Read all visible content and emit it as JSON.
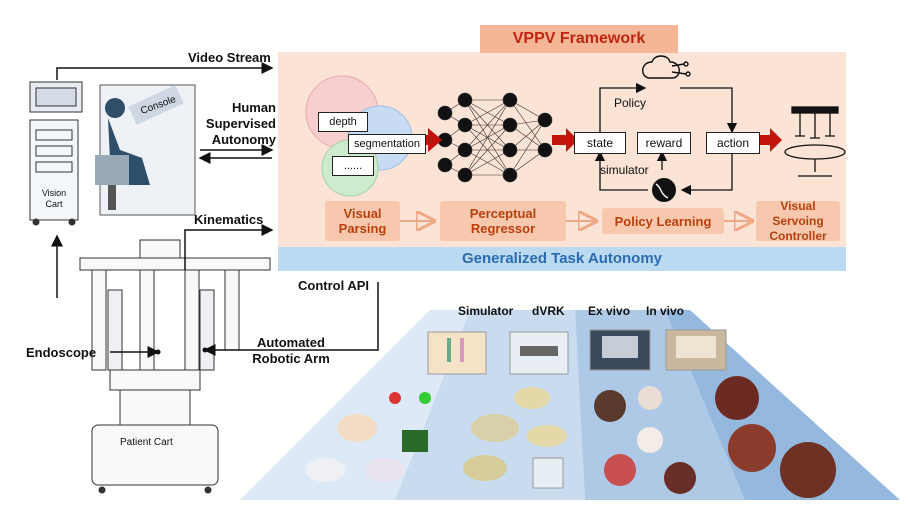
{
  "framework": {
    "title": "VPPV Framework",
    "stages": [
      "Visual\nParsing",
      "Perceptual\nRegressor",
      "Policy Learning",
      "Visual Servoing\nController"
    ],
    "parsing_tags": [
      "depth",
      "segmentation",
      "......"
    ],
    "rl_loop": {
      "state": "state",
      "reward": "reward",
      "action": "action",
      "policy": "Policy",
      "simulator": "simulator"
    }
  },
  "autonomy": {
    "title": "Generalized Task Autonomy",
    "levels": [
      "Simulator",
      "dVRK",
      "Ex vivo",
      "In vivo"
    ]
  },
  "hardware": {
    "vision_cart": "Vision\nCart",
    "console": "Console",
    "patient_cart": "Patient Cart"
  },
  "flows": {
    "video_stream": "Video Stream",
    "human_supervised": "Human\nSupervised\nAutonomy",
    "kinematics": "Kinematics",
    "control_api": "Control API",
    "robotic_arm": "Automated\nRobotic Arm",
    "endoscope": "Endoscope"
  },
  "colors": {
    "framework_bg": "#fbe3d5",
    "stage_box": "#f7c8ae",
    "stage_text": "#b8400c",
    "title_box": "#f5b597",
    "autonomy_band": "#bcd9f2",
    "autonomy_text": "#2b6cb0",
    "red_arrow": "#c0140c",
    "pyramid_sim": "#dde9f6",
    "pyramid_dvrk": "#c9dcef",
    "pyramid_exvivo": "#aec9e6",
    "pyramid_invivo": "#95b8de"
  }
}
